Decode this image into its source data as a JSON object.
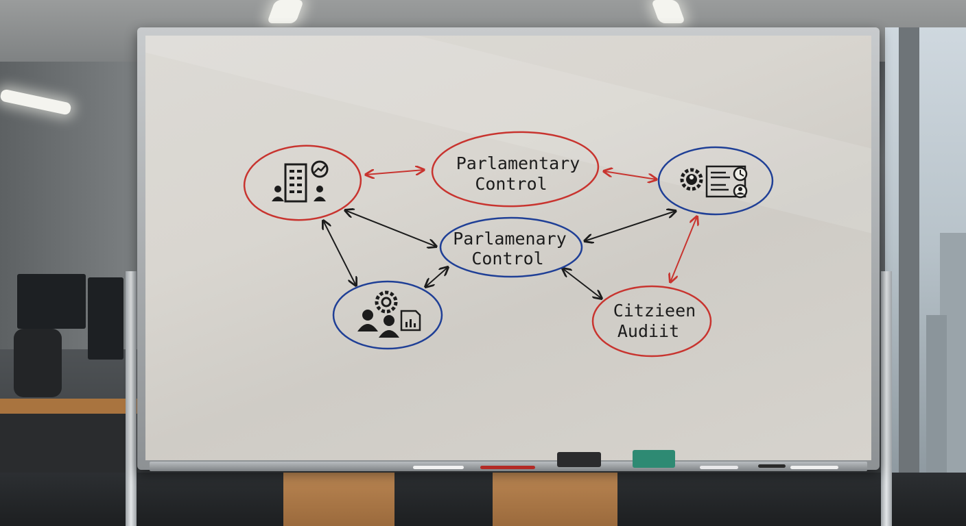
{
  "diagram": {
    "nodes": {
      "top_center": {
        "line1": "Parlamentary",
        "line2": "Control",
        "color": "#c8342f"
      },
      "middle_center": {
        "line1": "Parlamenary",
        "line2": "Control",
        "color": "#1f3f96"
      },
      "bottom_right": {
        "line1": "Citzieen",
        "line2": "Audiit",
        "color": "#c8342f"
      },
      "top_left": {
        "icon": "building-people-icon",
        "color": "#c8342f"
      },
      "top_right": {
        "icon": "gear-document-icon",
        "color": "#1f3f96"
      },
      "bottom_left": {
        "icon": "people-gear-chart-icon",
        "color": "#1f3f96"
      }
    },
    "connector_colors": {
      "red": "#c8342f",
      "black": "#1c1c1c"
    }
  }
}
